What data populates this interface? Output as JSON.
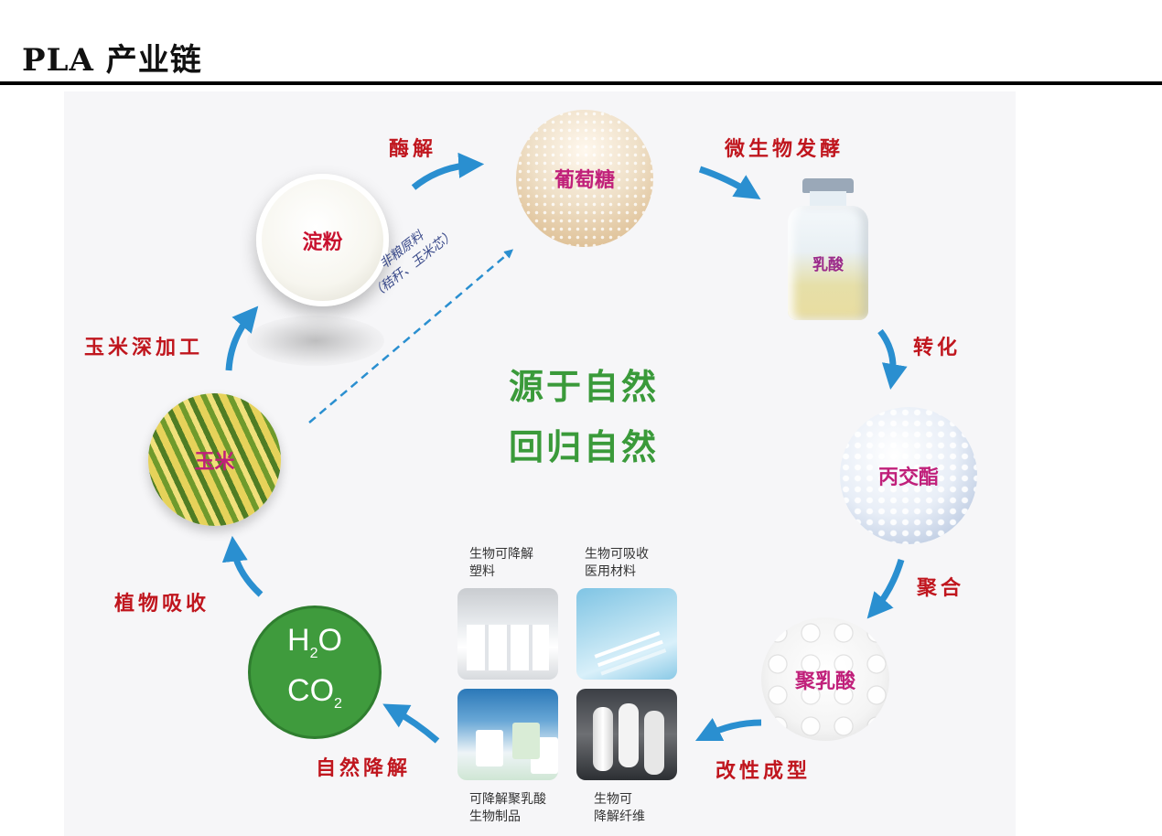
{
  "title": "PLA 产业链",
  "stages": {
    "starch": "淀粉",
    "glucose": "葡萄糖",
    "lactic_acid": "乳酸",
    "lactide": "丙交酯",
    "pla": "聚乳酸",
    "corn": "玉米"
  },
  "formula": {
    "h2o_main": "H",
    "h2o_sub": "2",
    "h2o_tail": "O",
    "co2_main": "CO",
    "co2_sub": "2"
  },
  "steps": {
    "enzymolysis": "酶解",
    "fermentation": "微生物发酵",
    "conversion": "转化",
    "polymerization": "聚合",
    "molding": "改性成型",
    "degradation": "自然降解",
    "absorption": "植物吸收",
    "processing": "玉米深加工"
  },
  "non_grain": {
    "line1": "非粮原料",
    "line2": "（秸秆、玉米芯）"
  },
  "slogan": {
    "line1": "源于自然",
    "line2": "回归自然"
  },
  "products": {
    "plastic": [
      "生物可降解",
      "塑料"
    ],
    "medical": [
      "生物可吸收",
      "医用材料"
    ],
    "goods": [
      "可降解聚乳酸",
      "生物制品"
    ],
    "fiber": [
      "生物可",
      "降解纤维"
    ]
  },
  "colors": {
    "arrow": "#2a8fd0",
    "step_label": "#c0161e",
    "slogan": "#3a9a3a",
    "co2_circle": "#3f9b3d",
    "dashed_line": "#2a8fd0"
  },
  "icons": {
    "arrow": "curved-arrow-icon"
  }
}
